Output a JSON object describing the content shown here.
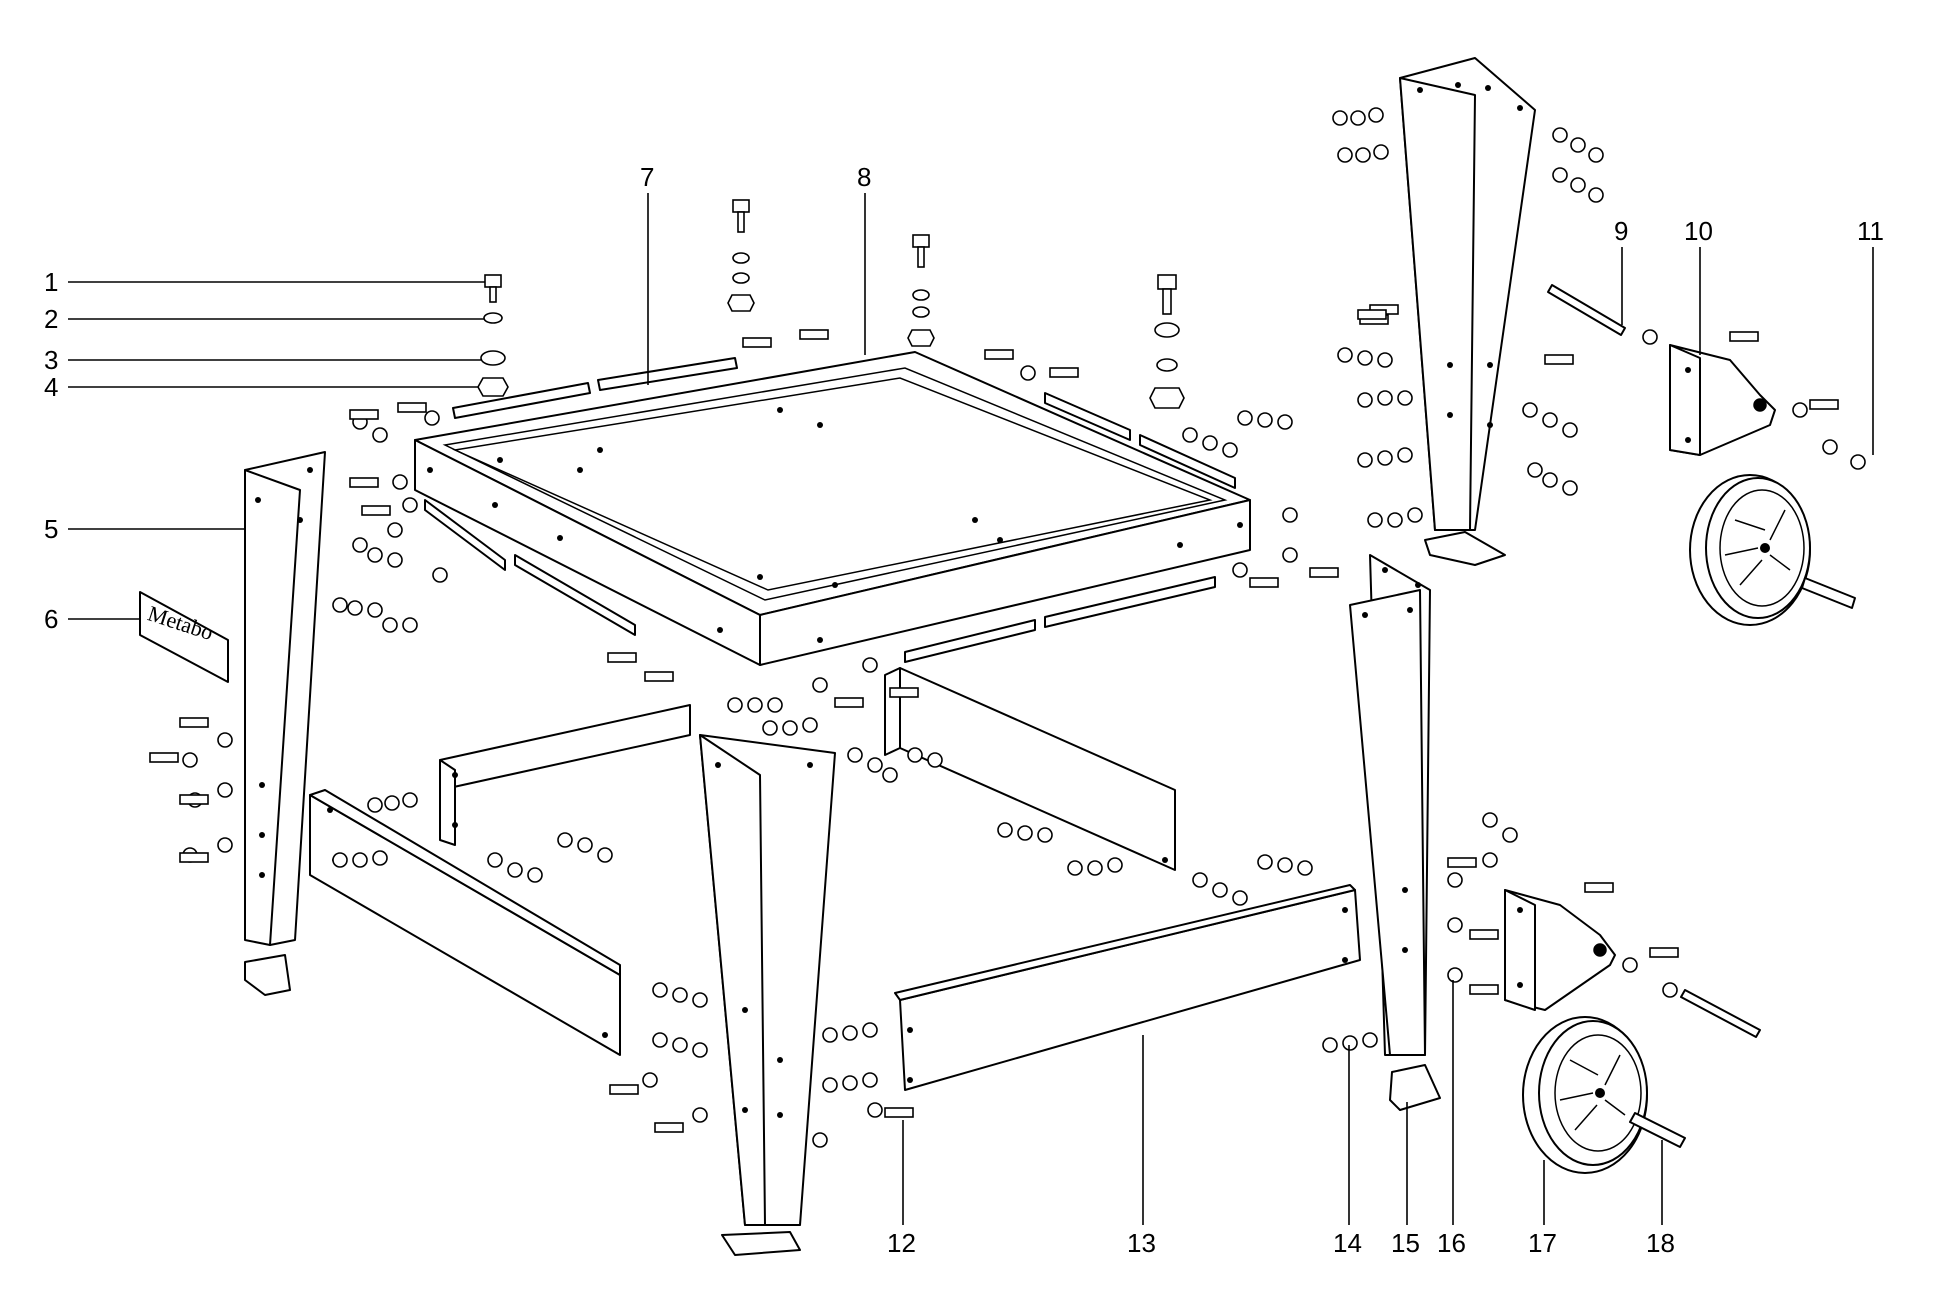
{
  "callouts": [
    "1",
    "2",
    "3",
    "4",
    "5",
    "6",
    "7",
    "8",
    "9",
    "10",
    "11",
    "12",
    "13",
    "14",
    "15",
    "16",
    "17",
    "18"
  ],
  "logo": "Metabo"
}
